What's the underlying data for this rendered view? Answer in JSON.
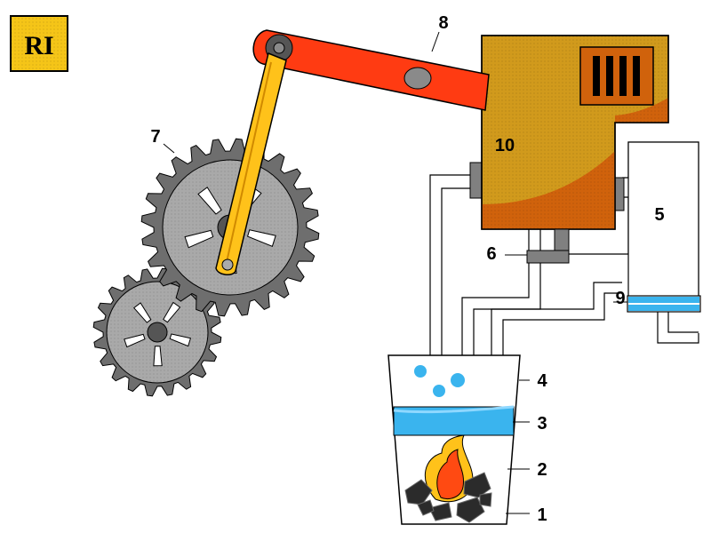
{
  "logo": {
    "text": "RI"
  },
  "labels": {
    "l1": "1",
    "l2": "2",
    "l3": "3",
    "l4": "4",
    "l5": "5",
    "l6": "6",
    "l7": "7",
    "l8": "8",
    "l9": "9",
    "l10": "10"
  },
  "colors": {
    "engine": "#d19a1c",
    "engine_shade": "#d0620c",
    "beam": "#ff3b12",
    "rod": "#ffc21a",
    "gear": "#6e6e6e",
    "gear_face": "#a9a9a9",
    "water": "#3ab4ee",
    "flame_outer": "#ffc21a",
    "flame_inner": "#ff4a12",
    "coal": "#2b2b2b",
    "logo_bg": "#f5c518"
  }
}
